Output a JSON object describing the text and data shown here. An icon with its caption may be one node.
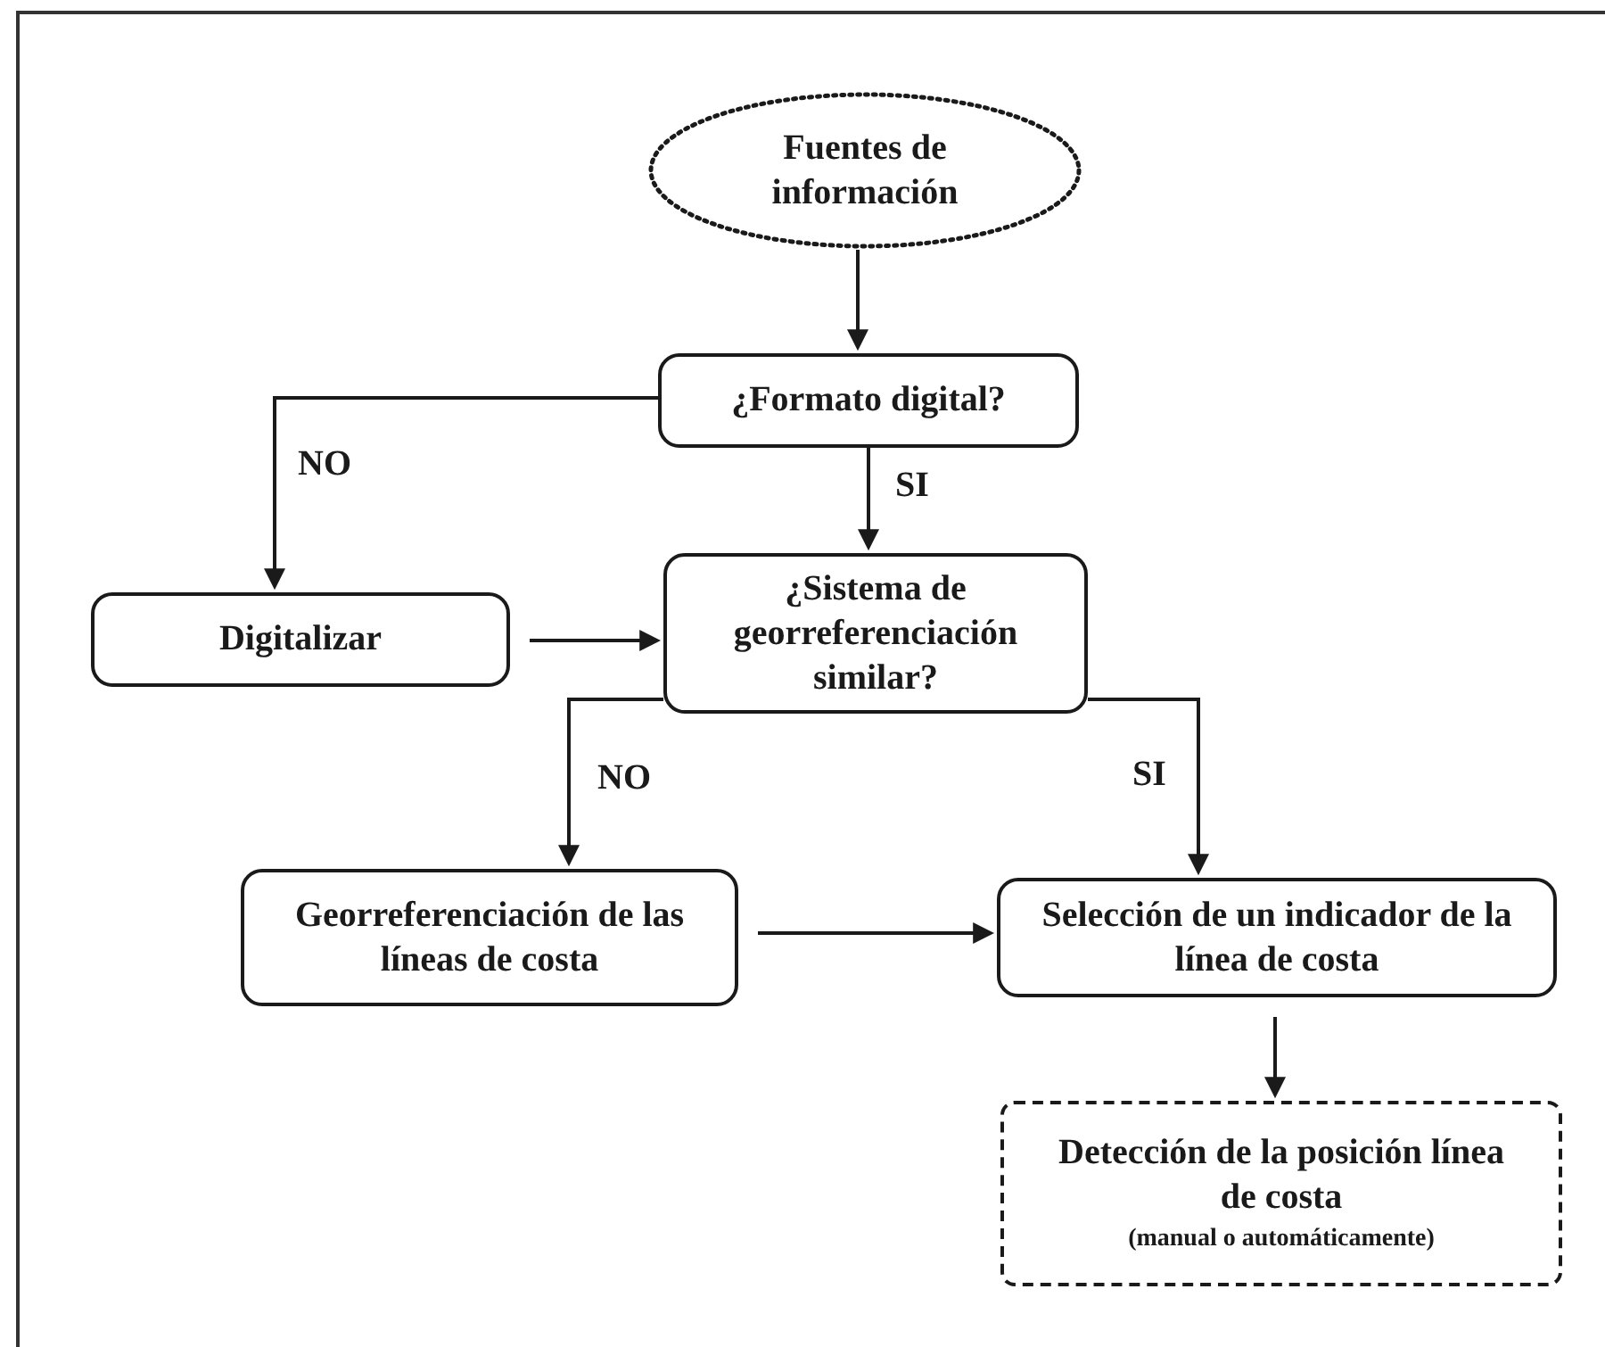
{
  "diagram": {
    "nodes": [
      {
        "text": [
          "Fuentes de información"
        ]
      },
      {
        "text": [
          "¿Formato digital?"
        ]
      },
      {
        "text": [
          "Digitalizar"
        ]
      },
      {
        "text": [
          "¿Sistema de georreferenciación similar?"
        ]
      },
      {
        "text": [
          "Georreferenciación de las líneas de costa"
        ]
      },
      {
        "text": [
          "Selección de un indicador de la línea de costa"
        ]
      },
      {
        "text": [
          "Detección de la posición línea de costa",
          "(manual o automáticamente)"
        ]
      }
    ],
    "edges": [
      {
        "from": 0,
        "to": 1,
        "arrow": "to"
      },
      {
        "from": 1,
        "to": 2,
        "arrow": "to",
        "label": "NO"
      },
      {
        "from": 1,
        "to": 3,
        "arrow": "to",
        "label": "SI"
      },
      {
        "from": 2,
        "to": 3,
        "arrow": "to"
      },
      {
        "from": 3,
        "to": 4,
        "arrow": "to",
        "label": "NO"
      },
      {
        "from": 3,
        "to": 5,
        "arrow": "to",
        "label": "SI"
      },
      {
        "from": 4,
        "to": 5,
        "arrow": "to"
      },
      {
        "from": 5,
        "to": 6,
        "arrow": "to"
      }
    ]
  }
}
